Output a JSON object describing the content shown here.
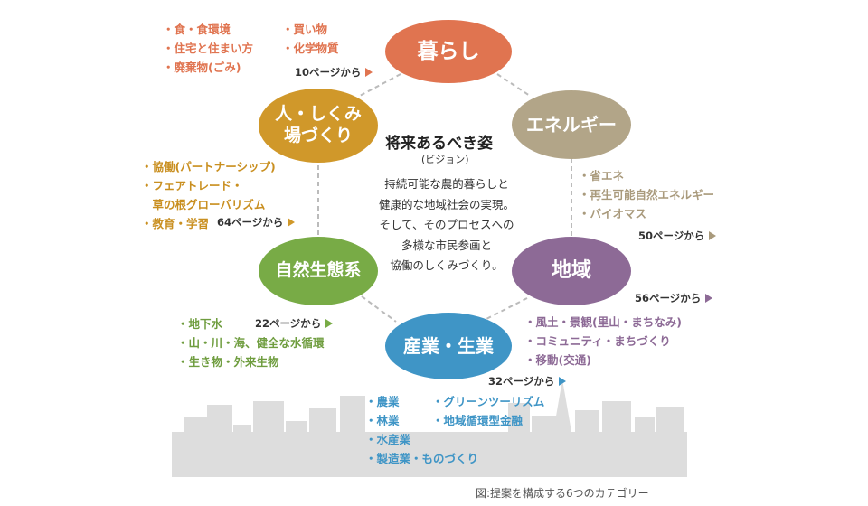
{
  "colors": {
    "kurashi": "#e07450",
    "energy": "#b2a588",
    "chiiki": "#8d6a96",
    "sangyo": "#3f95c6",
    "shizen": "#78ab46",
    "hito": "#d0982a",
    "city": "#dddddd"
  },
  "center": {
    "title": "将来あるべき姿",
    "subtitle": "(ビジョン)",
    "lines": [
      "持続可能な農的暮らしと",
      "健康的な地域社会の実現。",
      "そして、そのプロセスへの",
      "多様な市民参画と",
      "協働のしくみづくり。"
    ]
  },
  "nodes": {
    "kurashi": {
      "label": "暮らし",
      "page": "10ページから"
    },
    "energy": {
      "label": "エネルギー",
      "page": "50ページから"
    },
    "chiiki": {
      "label": "地域",
      "page": "56ページから"
    },
    "sangyo": {
      "label": "産業・生業",
      "page": "32ページから"
    },
    "shizen": {
      "label": "自然生態系",
      "page": "22ページから"
    },
    "hito": {
      "label_line1": "人・しくみ",
      "label_line2": "場づくり",
      "page": "64ページから"
    }
  },
  "lists": {
    "kurashi_a": [
      "食・食環境",
      "住宅と住まい方",
      "廃棄物(ごみ)"
    ],
    "kurashi_b": [
      "買い物",
      "化学物質"
    ],
    "energy": [
      "省エネ",
      "再生可能自然エネルギー",
      "バイオマス"
    ],
    "chiiki": [
      "風土・景観(里山・まちなみ)",
      "コミュニティ・まちづくり",
      "移動(交通)"
    ],
    "sangyo_a": [
      "農業",
      "林業",
      "水産業",
      "製造業・ものづくり"
    ],
    "sangyo_b": [
      "グリーンツーリズム",
      "地域循環型金融"
    ],
    "shizen": [
      "地下水",
      "山・川・海、健全な水循環",
      "生き物・外来生物"
    ],
    "hito": [
      "協働(パートナーシップ)",
      "フェアトレード・",
      "草の根グローバリズム",
      "教育・学習"
    ]
  },
  "caption": "図:提案を構成する6つのカテゴリー"
}
